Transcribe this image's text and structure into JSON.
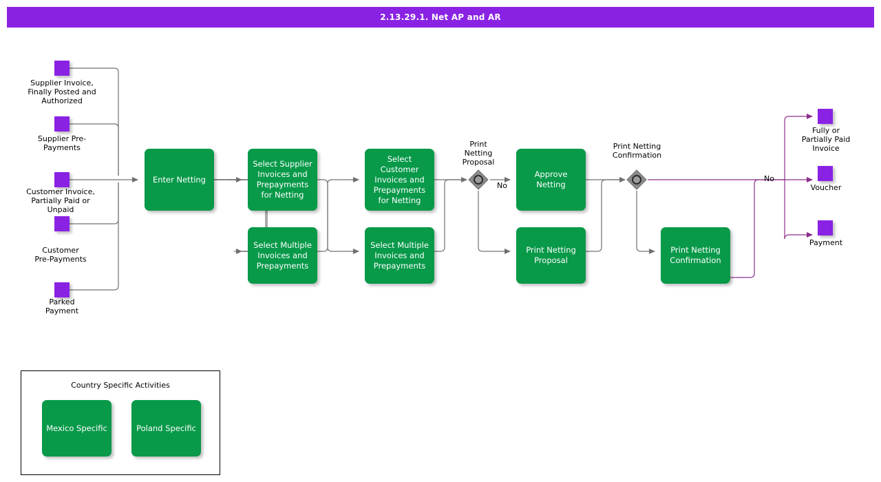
{
  "header": {
    "title": "2.13.29.1. Net AP and AR",
    "bar_color": "#8A22E3"
  },
  "colors": {
    "task_green": "#089949",
    "event_purple": "#8A22E3",
    "flow_gray": "#707070",
    "flow_purple": "#8B2E8B",
    "gateway_gray": "#808080"
  },
  "start_events": [
    {
      "name": "supplier-invoice",
      "label": "Supplier Invoice,\nFinally Posted and\nAuthorized"
    },
    {
      "name": "supplier-prepayments",
      "label": "Supplier Pre-\nPayments"
    },
    {
      "name": "customer-invoice",
      "label": "Customer Invoice,\nPartially Paid or\nUnpaid"
    },
    {
      "name": "customer-prepayments",
      "label": "Customer\nPre-Payments"
    },
    {
      "name": "parked-payment",
      "label": "Parked\nPayment"
    }
  ],
  "tasks": [
    {
      "name": "enter-netting",
      "label": "Enter Netting"
    },
    {
      "name": "select-supplier-invoices",
      "label": "Select Supplier Invoices and Prepayments for Netting"
    },
    {
      "name": "select-multiple-1",
      "label": "Select Multiple Invoices and Prepayments"
    },
    {
      "name": "select-customer-invoices",
      "label": "Select Customer Invoices and Prepayments for Netting"
    },
    {
      "name": "select-multiple-2",
      "label": "Select Multiple Invoices and Prepayments"
    },
    {
      "name": "approve-netting",
      "label": "Approve Netting"
    },
    {
      "name": "print-netting-proposal",
      "label": "Print Netting Proposal"
    },
    {
      "name": "print-netting-confirmation",
      "label": "Print Netting Confirmation"
    }
  ],
  "gateways": [
    {
      "name": "gateway-print-netting-proposal",
      "label": "Print\nNetting\nProposal"
    },
    {
      "name": "gateway-print-netting-confirmation",
      "label": "Print Netting\nConfirmation"
    }
  ],
  "edge_labels": [
    {
      "name": "edge-label-no-1",
      "label": "No"
    },
    {
      "name": "edge-label-no-2",
      "label": "No"
    }
  ],
  "end_events": [
    {
      "name": "fully-or-partially-paid-invoice",
      "label": "Fully or\nPartially Paid\nInvoice"
    },
    {
      "name": "voucher",
      "label": "Voucher"
    },
    {
      "name": "payment",
      "label": "Payment"
    }
  ],
  "country_group": {
    "title": "Country Specific Activities",
    "tasks": [
      {
        "name": "mexico-specific",
        "label": "Mexico Specific"
      },
      {
        "name": "poland-specific",
        "label": "Poland Specific"
      }
    ]
  }
}
